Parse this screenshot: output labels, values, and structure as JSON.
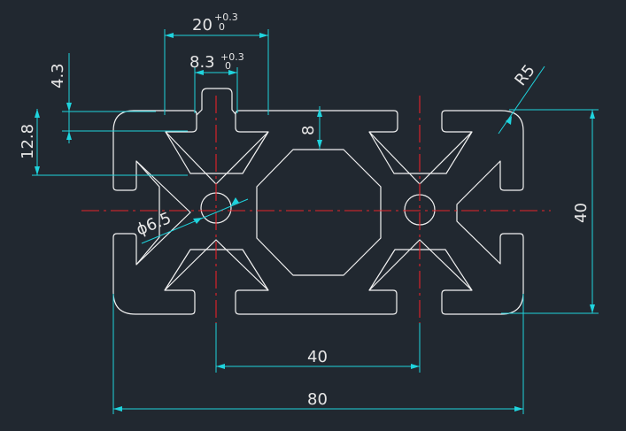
{
  "colors": {
    "background": "#212830",
    "outline": "#f2f2f2",
    "centerline": "#e8232a",
    "dimension": "#1fd3dd",
    "text": "#e6e6e6"
  },
  "dimensions": {
    "slot_width": {
      "value": "20",
      "tol_upper": "+0.3",
      "tol_lower": "0"
    },
    "slot_neck": {
      "value": "8.3",
      "tol_upper": "+0.3",
      "tol_lower": "0"
    },
    "lip_thickness": "4.3",
    "slot_depth": "12.8",
    "wall": "8",
    "corner_radius": "R5",
    "core_hole": "ϕ6.5",
    "height": "40",
    "pitch": "40",
    "length": "80"
  }
}
